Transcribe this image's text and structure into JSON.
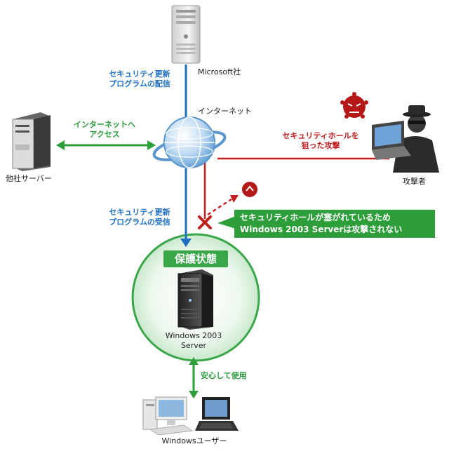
{
  "nodes": {
    "microsoft": "Microsoft社",
    "internet": "インターネット",
    "other_server": "他社サーバー",
    "attacker": "攻撃者",
    "server_line1": "Windows 2003",
    "server_line2": "Server",
    "windows_users": "Windowsユーザー"
  },
  "arrows": {
    "update_distribution_line1": "セキュリティ更新",
    "update_distribution_line2": "プログラムの配信",
    "internet_access_line1": "インターネットへ",
    "internet_access_line2": "アクセス",
    "attack_line1": "セキュリティホールを",
    "attack_line2": "狙った攻撃",
    "update_receive_line1": "セキュリティ更新",
    "update_receive_line2": "プログラムの受信",
    "safe_use": "安心して使用"
  },
  "callout": {
    "line1": "セキュリティホールが塞がれているため",
    "line2": "Windows 2003 Serverは攻撃されない"
  },
  "badge": "保護状態",
  "colors": {
    "blue": "#1e6fc0",
    "green": "#2e9e3b",
    "red": "#c21f1f"
  }
}
